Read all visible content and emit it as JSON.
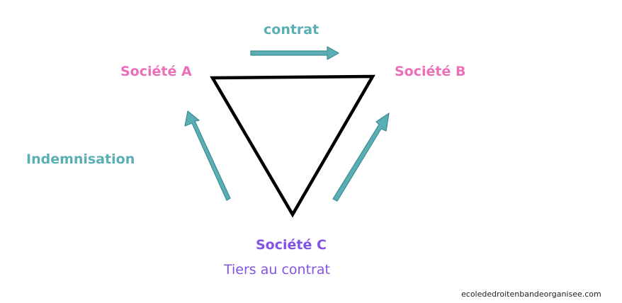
{
  "colors": {
    "teal": "#5aafb5",
    "pink": "#ec6fb9",
    "purple": "#8254e6",
    "outline": "#000000",
    "arrow_edge": "#3d8b90"
  },
  "labels": {
    "contract": "contrat",
    "company_a": "Société A",
    "company_b": "Société B",
    "company_c": "Société C",
    "third_party": "Tiers au contrat",
    "compensation": "Indemnisation",
    "website": "ecolededroitenbandeorganisee.com"
  },
  "icons": {
    "contract_arrow": "arrow-right-icon",
    "left_arrow": "arrow-up-left-icon",
    "right_arrow": "arrow-up-right-icon"
  }
}
